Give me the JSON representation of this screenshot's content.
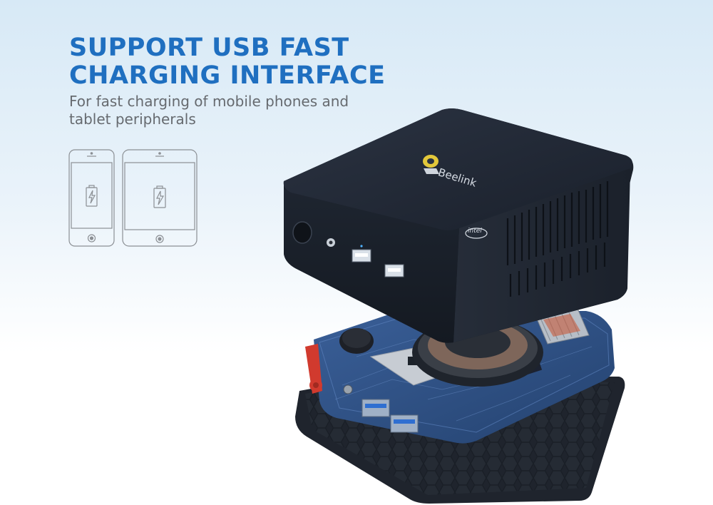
{
  "headline": {
    "line1": "SUPPORT USB FAST",
    "line2": "CHARGING INTERFACE"
  },
  "subtitle": "For fast charging of mobile phones and tablet peripherals",
  "icons": [
    "phone-icon",
    "tablet-icon",
    "battery-charging-icon"
  ],
  "product": {
    "brand_logo": "Beelink",
    "chip_badge": "intel"
  },
  "colors": {
    "headline": "#1f6fc0",
    "subtitle": "#666a6f",
    "case": "#1d2430",
    "board": "#2d4f86",
    "latch": "#d13a2e"
  }
}
